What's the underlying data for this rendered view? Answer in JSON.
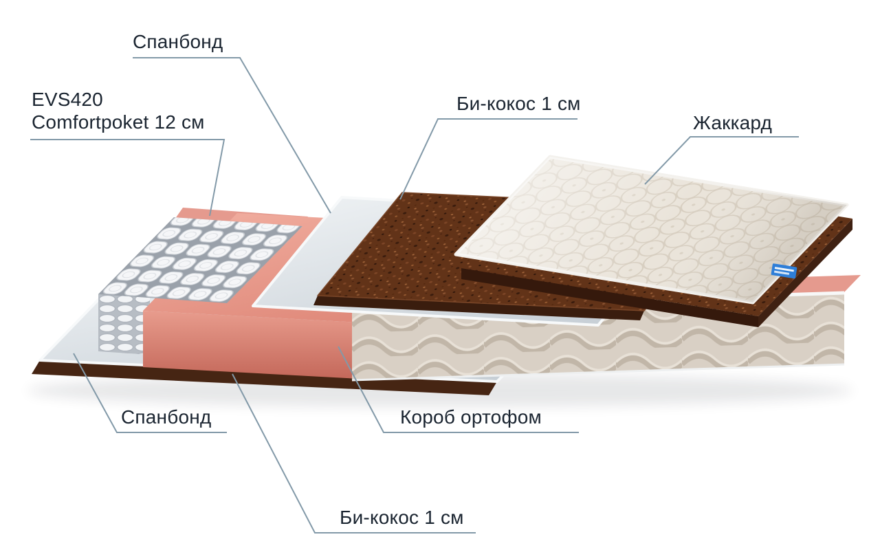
{
  "diagram": {
    "title": "Mattress layers diagram",
    "labels": {
      "spanbond_top": "Спанбонд",
      "evs420_line1": "EVS420",
      "evs420_line2": "Comfortpoket 12 см",
      "bi_kokos_top": "Би-кокос 1 см",
      "zhakkard": "Жаккард",
      "spanbond_bottom": "Спанбонд",
      "korob_ortofom": "Короб ортофом",
      "bi_kokos_bottom": "Би-кокос 1 см"
    },
    "colors": {
      "background": "#ffffff",
      "label_text": "#1a2430",
      "leader_line": "#8299a8",
      "jacquard_fabric": "#eae4da",
      "coconut_fiber": "#623318",
      "coconut_dark": "#462513",
      "spunbond_gray": "#dde3e8",
      "foam_pink": "#e59a8e",
      "foam_pink_dark": "#cf7463",
      "side_fabric_beige": "#d9d0c5",
      "spring_white": "#f5f6f8",
      "tag_blue": "#2e7ed8"
    }
  }
}
